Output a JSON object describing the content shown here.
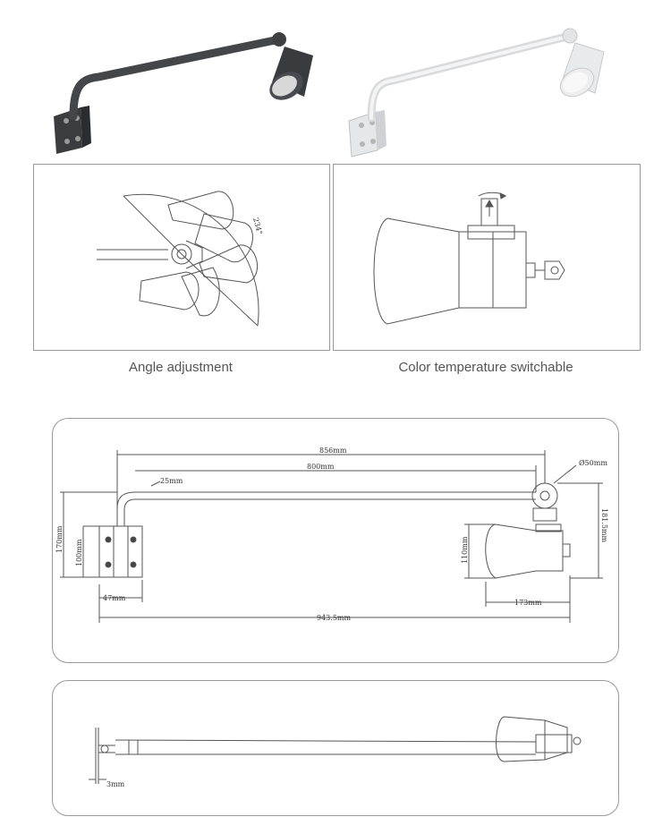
{
  "captions": {
    "angle": "Angle adjustment",
    "color_temp": "Color temperature switchable"
  },
  "angle_panel": {
    "angle_label": "234°"
  },
  "dimensions": {
    "overall_top": "856mm",
    "arm_length": "800mm",
    "bend": "25mm",
    "head_dia": "Ø50mm",
    "total_height": "170mm",
    "plate_height": "100mm",
    "lamp_height": "110mm",
    "head_drop": "181.5mm",
    "plate_width": "47mm",
    "lamp_length": "173mm",
    "overall_length": "943.5mm",
    "plate_thickness": "3mm"
  },
  "colors": {
    "dark_fixture": "#3f4044",
    "white_fixture": "#e9eaec",
    "line": "#555555"
  }
}
